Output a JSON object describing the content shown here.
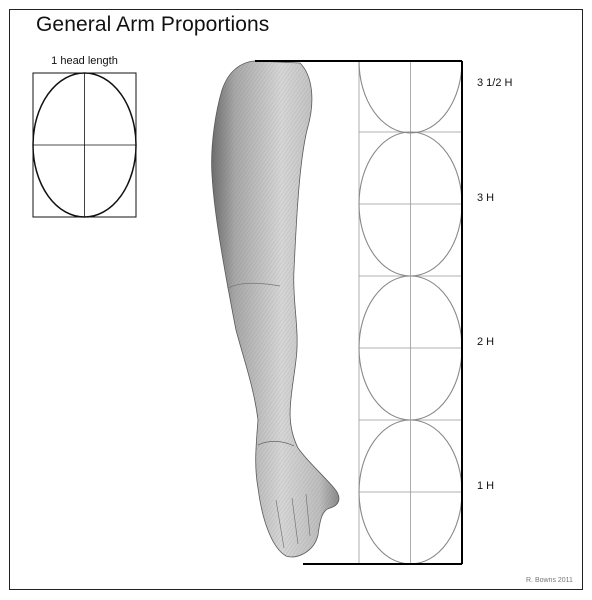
{
  "title": "General Arm Proportions",
  "head_reference": {
    "label": "1 head length"
  },
  "scale": {
    "units": [
      {
        "label": "3 1/2 H"
      },
      {
        "label": "3 H"
      },
      {
        "label": "2 H"
      },
      {
        "label": "1 H"
      }
    ]
  },
  "credit": "R. Bowns 2011"
}
